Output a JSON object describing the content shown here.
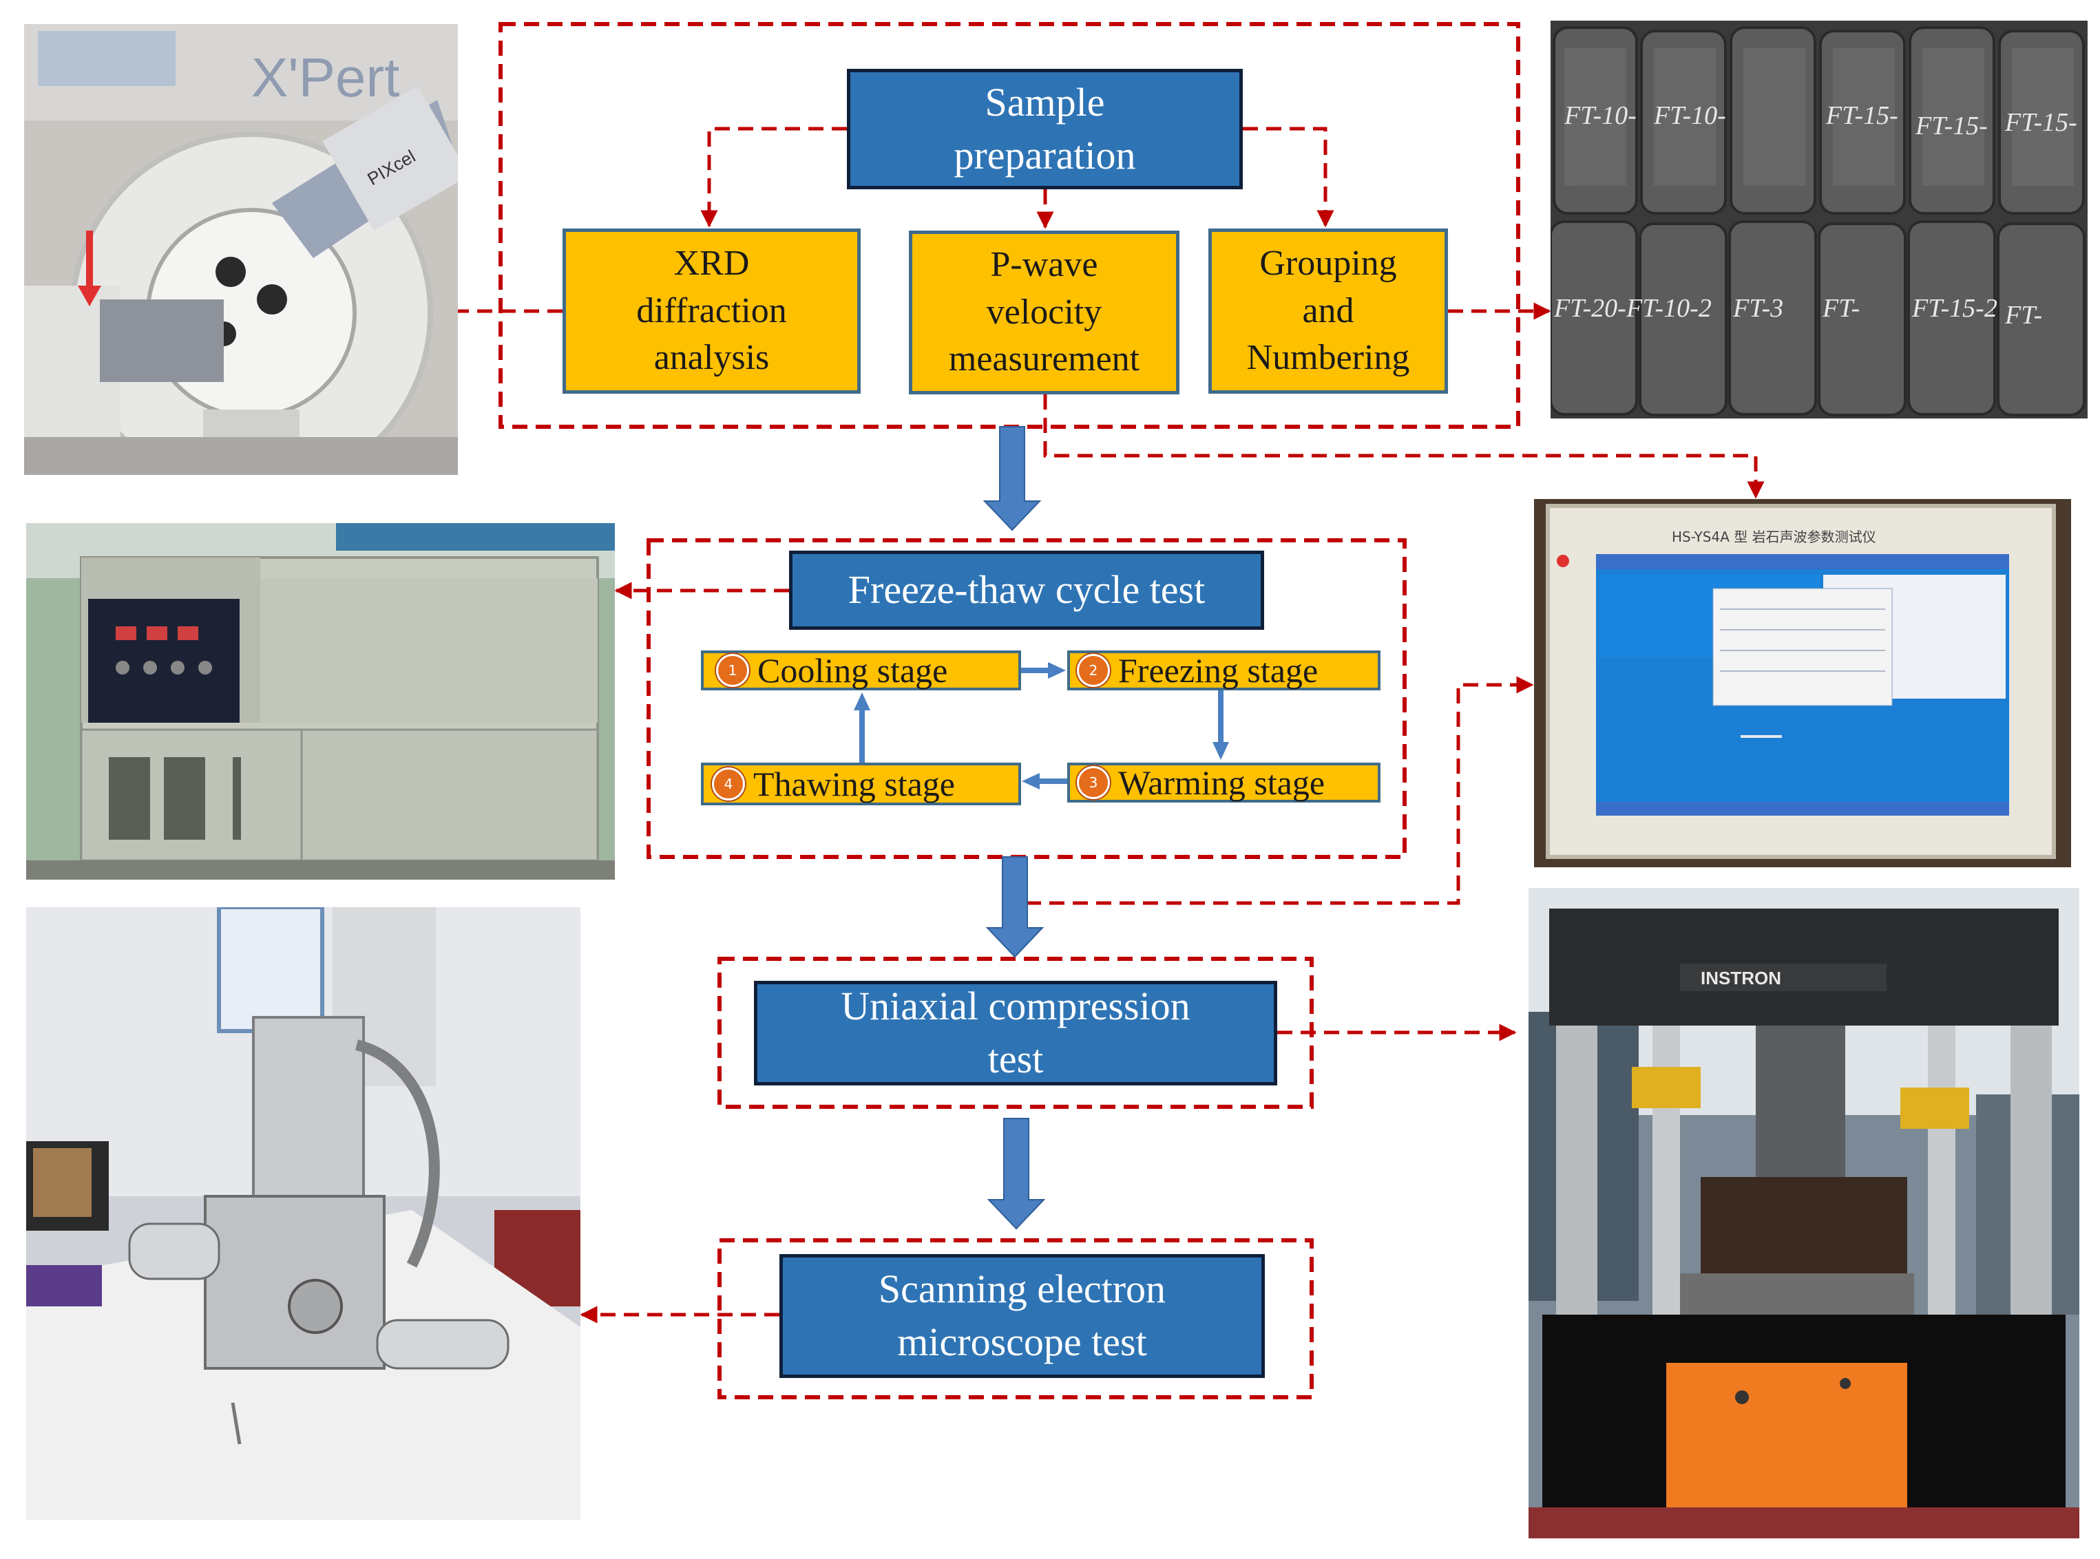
{
  "colors": {
    "blue_box": "#2e74b5",
    "yellow_box": "#ffc000",
    "dashed_red": "#c00000",
    "arrow_blue": "#4a7fc1",
    "stage_number": "#e46c1a"
  },
  "nodes": {
    "sample_preparation": "Sample\npreparation",
    "xrd": "XRD\ndiffraction\nanalysis",
    "pwave": "P-wave\nvelocity\nmeasurement",
    "grouping": "Grouping\nand\nNumbering",
    "freeze_thaw": "Freeze-thaw cycle test",
    "uniaxial": "Uniaxial compression\ntest",
    "sem": "Scanning electron\nmicroscope test"
  },
  "stages": [
    {
      "num": "1",
      "label": "Cooling stage"
    },
    {
      "num": "2",
      "label": "Freezing stage"
    },
    {
      "num": "3",
      "label": "Warming stage"
    },
    {
      "num": "4",
      "label": "Thawing stage"
    }
  ],
  "photos": {
    "xrd_machine": {
      "brand": "X'Pert",
      "detector": "PIXcel",
      "icon": "xrd-diffractometer-photo"
    },
    "rock_samples": {
      "top_labels": [
        "FT-10-",
        "FT-10-",
        "FT-15-",
        "FT-15-",
        "FT-15-"
      ],
      "bottom_labels": [
        "FT-20-",
        "FT-10-2",
        "FT-3",
        "FT-",
        "FT-15-2",
        "FT-"
      ],
      "icon": "rock-samples-photo"
    },
    "freeze_thaw_chamber": {
      "icon": "freeze-thaw-chamber-photo"
    },
    "pwave_monitor": {
      "header": "HS-YS4A 型 岩石声波参数测试仪",
      "icon": "ultrasonic-monitor-photo"
    },
    "sem_machine": {
      "icon": "sem-microscope-photo"
    },
    "compression_machine": {
      "brand": "INSTRON",
      "icon": "compression-press-photo"
    }
  }
}
